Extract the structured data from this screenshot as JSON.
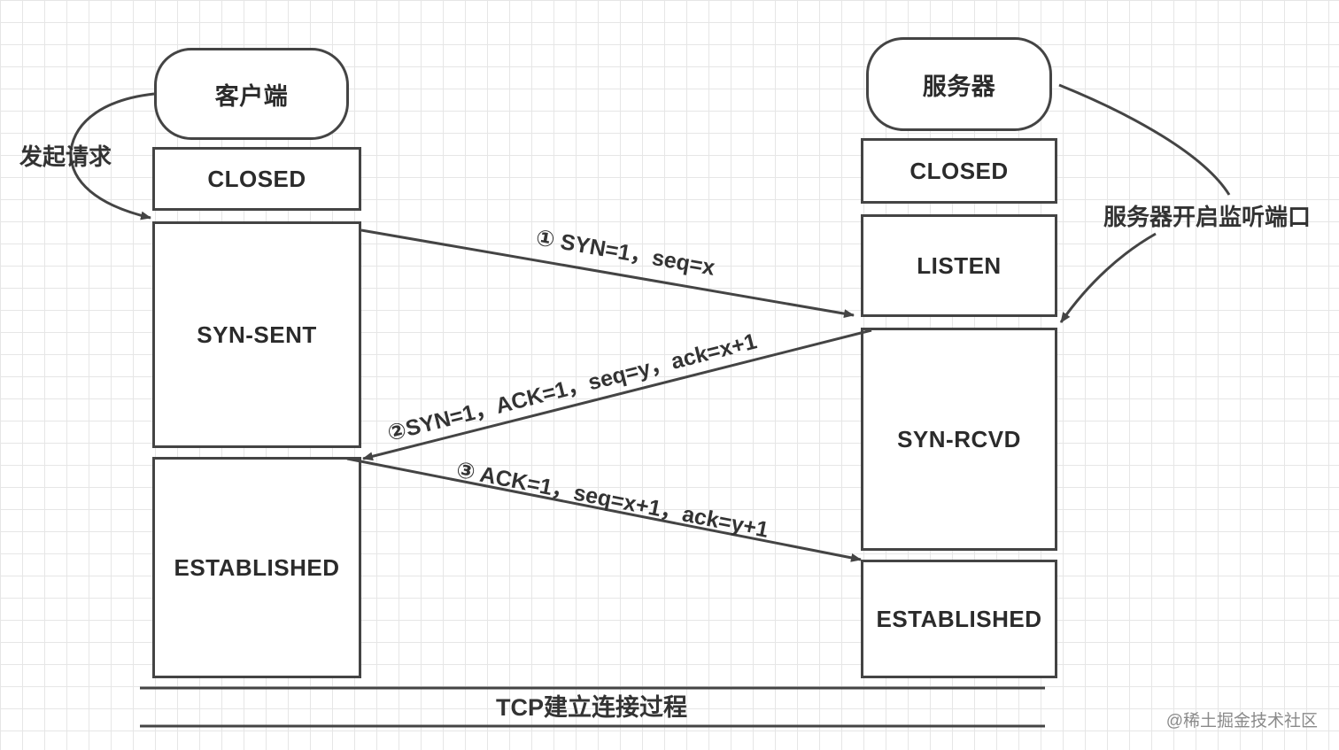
{
  "client": {
    "title": "客户端",
    "states": [
      "CLOSED",
      "SYN-SENT",
      "ESTABLISHED"
    ],
    "note": "发起请求"
  },
  "server": {
    "title": "服务器",
    "states": [
      "CLOSED",
      "LISTEN",
      "SYN-RCVD",
      "ESTABLISHED"
    ],
    "note": "服务器开启监听端口"
  },
  "messages": [
    "① SYN=1，seq=x",
    "②SYN=1，ACK=1，seq=y，ack=x+1",
    "③ ACK=1，seq=x+1，ack=y+1"
  ],
  "caption": "TCP建立连接过程",
  "watermark": "@稀土掘金技术社区",
  "colors": {
    "stroke": "#444444",
    "text": "#333333",
    "grid": "#e6e6e6"
  }
}
